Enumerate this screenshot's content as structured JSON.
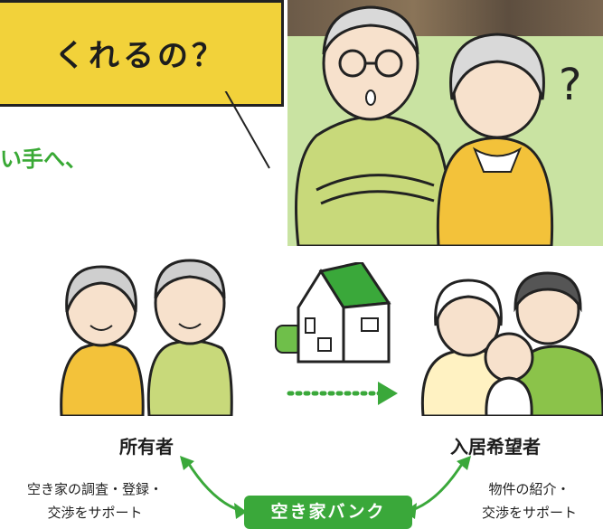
{
  "header": {
    "question": "くれるの？",
    "subline": "い手へ、"
  },
  "diagram": {
    "owner_label": "所有者",
    "seeker_label": "入居希望者",
    "left_support": [
      "空き家の調査・登録・",
      "交渉をサポート"
    ],
    "right_support": [
      "物件の紹介・",
      "交渉をサポート"
    ],
    "center_badge": "空き家バンク"
  },
  "colors": {
    "accent_green": "#39a935",
    "bubble_yellow": "#f2d23a",
    "band_green": "#c9e3a2"
  },
  "icons": [
    "question-mark-icon",
    "house-icon",
    "dotted-arrow-icon",
    "double-arrow-icon"
  ]
}
